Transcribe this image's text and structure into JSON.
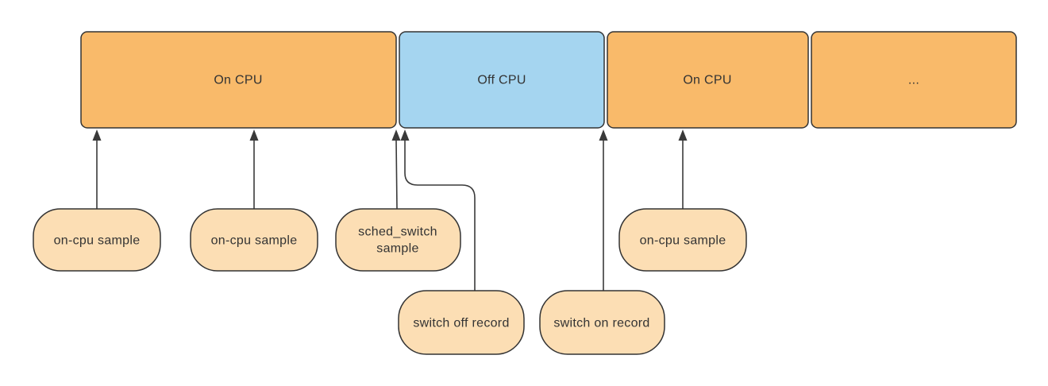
{
  "diagram": {
    "colors": {
      "on_cpu_fill": "#F9BA6A",
      "off_cpu_fill": "#A5D5F0",
      "pill_fill": "#FCDEB4",
      "outline": "#333333",
      "connector": "#3A3A3A",
      "text": "#333333",
      "background": "#FFFFFF"
    },
    "timeline_blocks": [
      {
        "label": "On CPU"
      },
      {
        "label": "Off CPU"
      },
      {
        "label": "On CPU"
      },
      {
        "label": "..."
      }
    ],
    "event_pills": [
      {
        "label": "on-cpu sample"
      },
      {
        "label": "on-cpu sample"
      },
      {
        "label_line1": "sched_switch",
        "label_line2": "sample"
      },
      {
        "label": "switch off record"
      },
      {
        "label": "switch on record"
      },
      {
        "label": "on-cpu sample"
      }
    ]
  }
}
